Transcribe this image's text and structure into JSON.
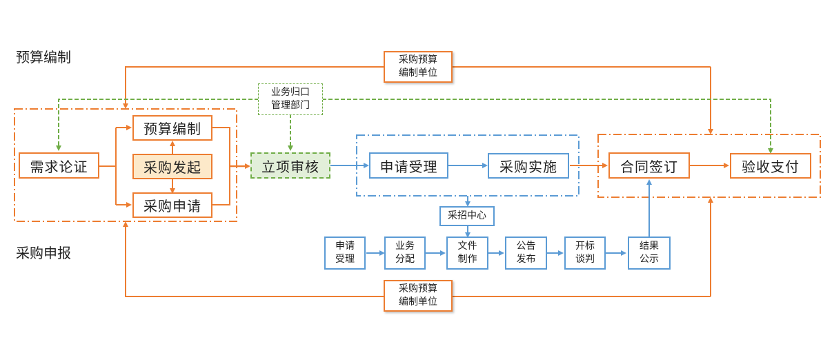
{
  "section_labels": {
    "top": "预算编制",
    "bottom": "采购申报"
  },
  "annotations": {
    "budget_unit_top": [
      "采购预算",
      "编制单位"
    ],
    "budget_unit_bottom": [
      "采购预算",
      "编制单位"
    ],
    "business_dept": [
      "业务归口",
      "管理部门"
    ]
  },
  "nodes": {
    "demand": "需求论证",
    "budget": "预算编制",
    "initiate": "采购发起",
    "apply": "采购申请",
    "review": "立项审核",
    "accept": "申请受理",
    "implement": "采购实施",
    "contract": "合同签订",
    "payment": "验收支付",
    "center": "采招中心"
  },
  "subprocess": [
    [
      "申请",
      "受理"
    ],
    [
      "业务",
      "分配"
    ],
    [
      "文件",
      "制作"
    ],
    [
      "公告",
      "发布"
    ],
    [
      "开标",
      "谈判"
    ],
    [
      "结果",
      "公示"
    ]
  ],
  "colors": {
    "orange": "#ed7d31",
    "green": "#70ad47",
    "blue": "#5b9bd5",
    "initiate_fill": "#fde9c9",
    "review_fill": "#e2efd9"
  }
}
